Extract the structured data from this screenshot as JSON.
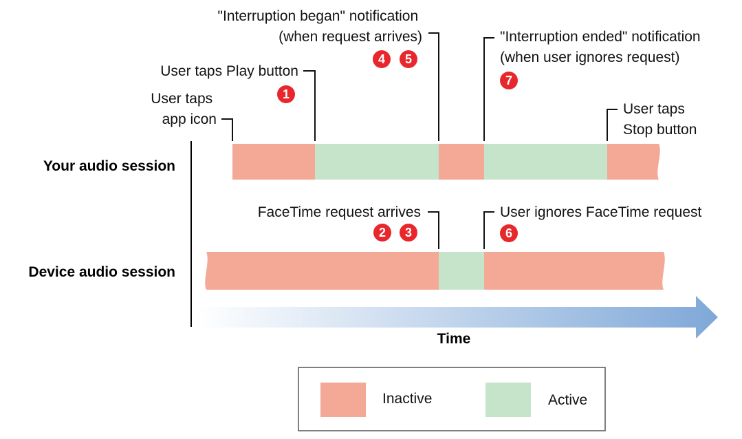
{
  "colors": {
    "inactive": "#F4A896",
    "active": "#C6E4CA",
    "badge": "#E8272C",
    "time_arrow": "#7FA8D8"
  },
  "rows": {
    "your_session": "Your audio session",
    "device_session": "Device audio session"
  },
  "events": {
    "tap_app_icon": [
      "User taps",
      "app icon"
    ],
    "tap_play": "User taps Play button",
    "interruption_began": [
      "\"Interruption began\" notification",
      "(when request arrives)"
    ],
    "interruption_ended": [
      "\"Interruption ended\" notification",
      "(when user ignores request)"
    ],
    "tap_stop": [
      "User taps",
      "Stop button"
    ],
    "facetime_arrives": "FaceTime request arrives",
    "user_ignores": "User ignores FaceTime request"
  },
  "steps": [
    "1",
    "2",
    "3",
    "4",
    "5",
    "6",
    "7"
  ],
  "your_session_segments": [
    "inactive",
    "active",
    "inactive",
    "active",
    "inactive"
  ],
  "device_session_segments": [
    "inactive",
    "active",
    "inactive"
  ],
  "axis": {
    "label": "Time"
  },
  "legend": {
    "inactive": "Inactive",
    "active": "Active"
  }
}
